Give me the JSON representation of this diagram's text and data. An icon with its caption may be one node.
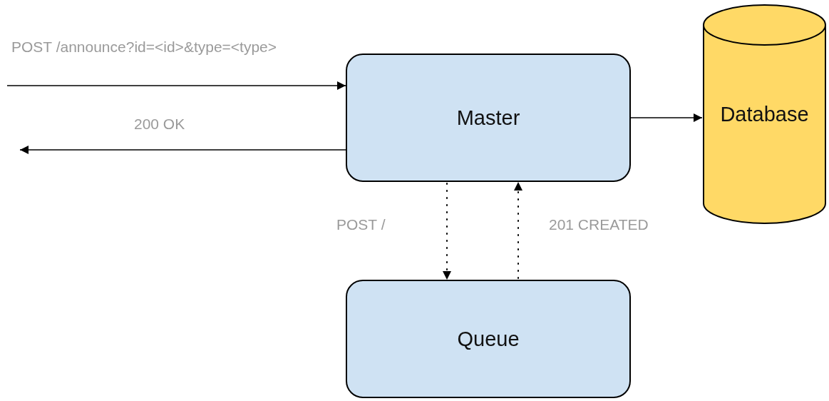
{
  "diagram": {
    "nodes": [
      {
        "text": [
          "Master"
        ]
      },
      {
        "text": [
          "Database"
        ]
      },
      {
        "text": [
          "Queue"
        ]
      }
    ],
    "edges": [
      {
        "from": null,
        "to": 0,
        "arrow": "to",
        "label": "POST /announce?id=<id>&type=<type>"
      },
      {
        "from": 0,
        "to": null,
        "arrow": "to",
        "label": "200 OK"
      },
      {
        "from": 0,
        "to": 1,
        "arrow": "to"
      },
      {
        "from": 0,
        "to": 2,
        "arrow": "to",
        "style": "dashed",
        "label": "POST /"
      },
      {
        "from": 2,
        "to": 0,
        "arrow": "to",
        "style": "dashed",
        "label": "201 CREATED"
      }
    ]
  }
}
